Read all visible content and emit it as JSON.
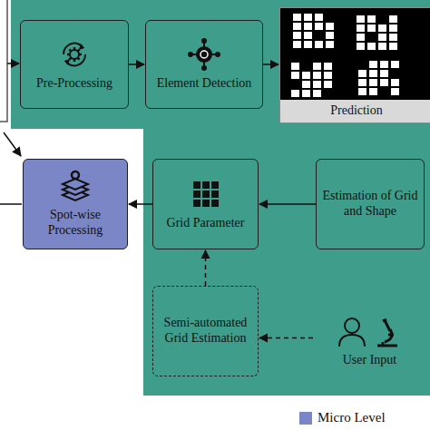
{
  "diagram": {
    "nodes": [
      {
        "text": [
          "Pre-Processing"
        ]
      },
      {
        "text": [
          "Element Detection"
        ]
      },
      {
        "text": [
          "Prediction"
        ]
      },
      {
        "text": [
          "Spot-wise Processing"
        ]
      },
      {
        "text": [
          "Grid Parameter"
        ]
      },
      {
        "text": [
          "Estimation of Grid and Shape"
        ]
      },
      {
        "text": [
          "Semi-automated Grid Estimation"
        ]
      },
      {
        "text": [
          "User Input"
        ]
      }
    ],
    "edges": [
      {
        "from": 0,
        "to": 1,
        "arrow": "to"
      },
      {
        "from": 1,
        "to": 2,
        "arrow": "to"
      },
      {
        "from": 5,
        "to": 4,
        "arrow": "to"
      },
      {
        "from": 4,
        "to": 3,
        "arrow": "to"
      },
      {
        "from": 6,
        "to": 4,
        "arrow": "to"
      },
      {
        "from": 7,
        "to": 6,
        "arrow": "to"
      }
    ],
    "legend": [
      {
        "text": "Micro Level",
        "color": "#7b86c6"
      }
    ]
  }
}
